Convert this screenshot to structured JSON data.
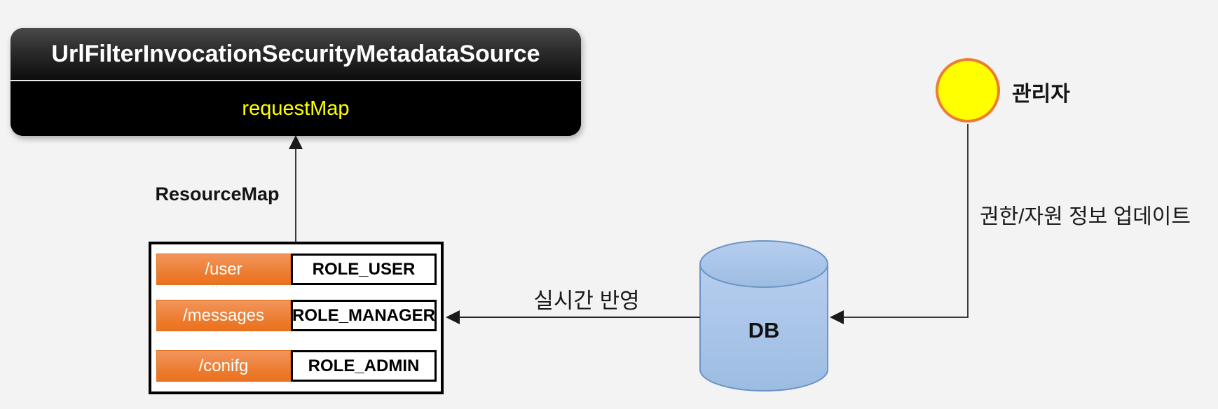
{
  "background_color": "#F3F3F3",
  "metadata_source": {
    "title": "UrlFilterInvocationSecurityMetadataSource",
    "field_label": "requestMap",
    "box_color": "#000000",
    "title_color": "#FFFFFF",
    "field_color": "#FFFF00"
  },
  "resource_map": {
    "label": "ResourceMap",
    "accent_color": "#ED7D31",
    "rows": [
      {
        "resource": "/user",
        "role": "ROLE_USER"
      },
      {
        "resource": "/messages",
        "role": "ROLE_MANAGER"
      },
      {
        "resource": "/conifg",
        "role": "ROLE_ADMIN"
      }
    ]
  },
  "db": {
    "label": "DB",
    "fill_color": "#A8C3E8",
    "border_color": "#6C94C4"
  },
  "admin": {
    "label": "관리자",
    "circle_fill": "#FFFF00",
    "circle_border": "#ED7D31"
  },
  "edges": [
    {
      "from": "resource-map",
      "to": "metadata-source",
      "label": ""
    },
    {
      "from": "db",
      "to": "resource-map",
      "label": "실시간 반영"
    },
    {
      "from": "admin",
      "to": "db",
      "label": "권한/자원 정보 업데이트"
    }
  ]
}
